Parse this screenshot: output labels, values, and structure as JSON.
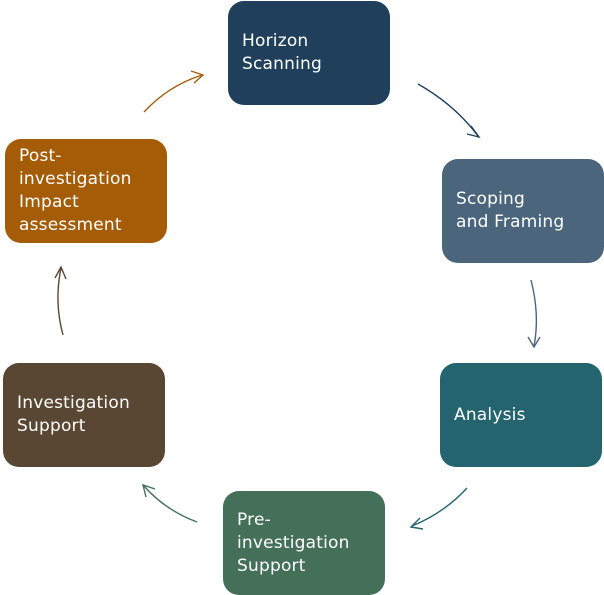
{
  "stages": [
    {
      "id": "horizon",
      "label": "Horizon\nScanning",
      "color": "#1f3f5b"
    },
    {
      "id": "scoping",
      "label": "Scoping\nand Framing",
      "color": "#4b657c"
    },
    {
      "id": "analysis",
      "label": "Analysis",
      "color": "#24646e"
    },
    {
      "id": "pre",
      "label": "Pre-\ninvestigation\nSupport",
      "color": "#44705a"
    },
    {
      "id": "investigation",
      "label": "Investigation\nSupport",
      "color": "#5a4733"
    },
    {
      "id": "post",
      "label": "Post-\ninvestigation\nImpact\nassessment",
      "color": "#a45c07"
    }
  ],
  "arrow_colors": {
    "horizon_to_scoping": "#1f3f5b",
    "scoping_to_analysis": "#4b657c",
    "analysis_to_pre": "#24646e",
    "pre_to_investigation": "#44705a",
    "investigation_to_post": "#5a4733",
    "post_to_horizon": "#a45c07"
  }
}
